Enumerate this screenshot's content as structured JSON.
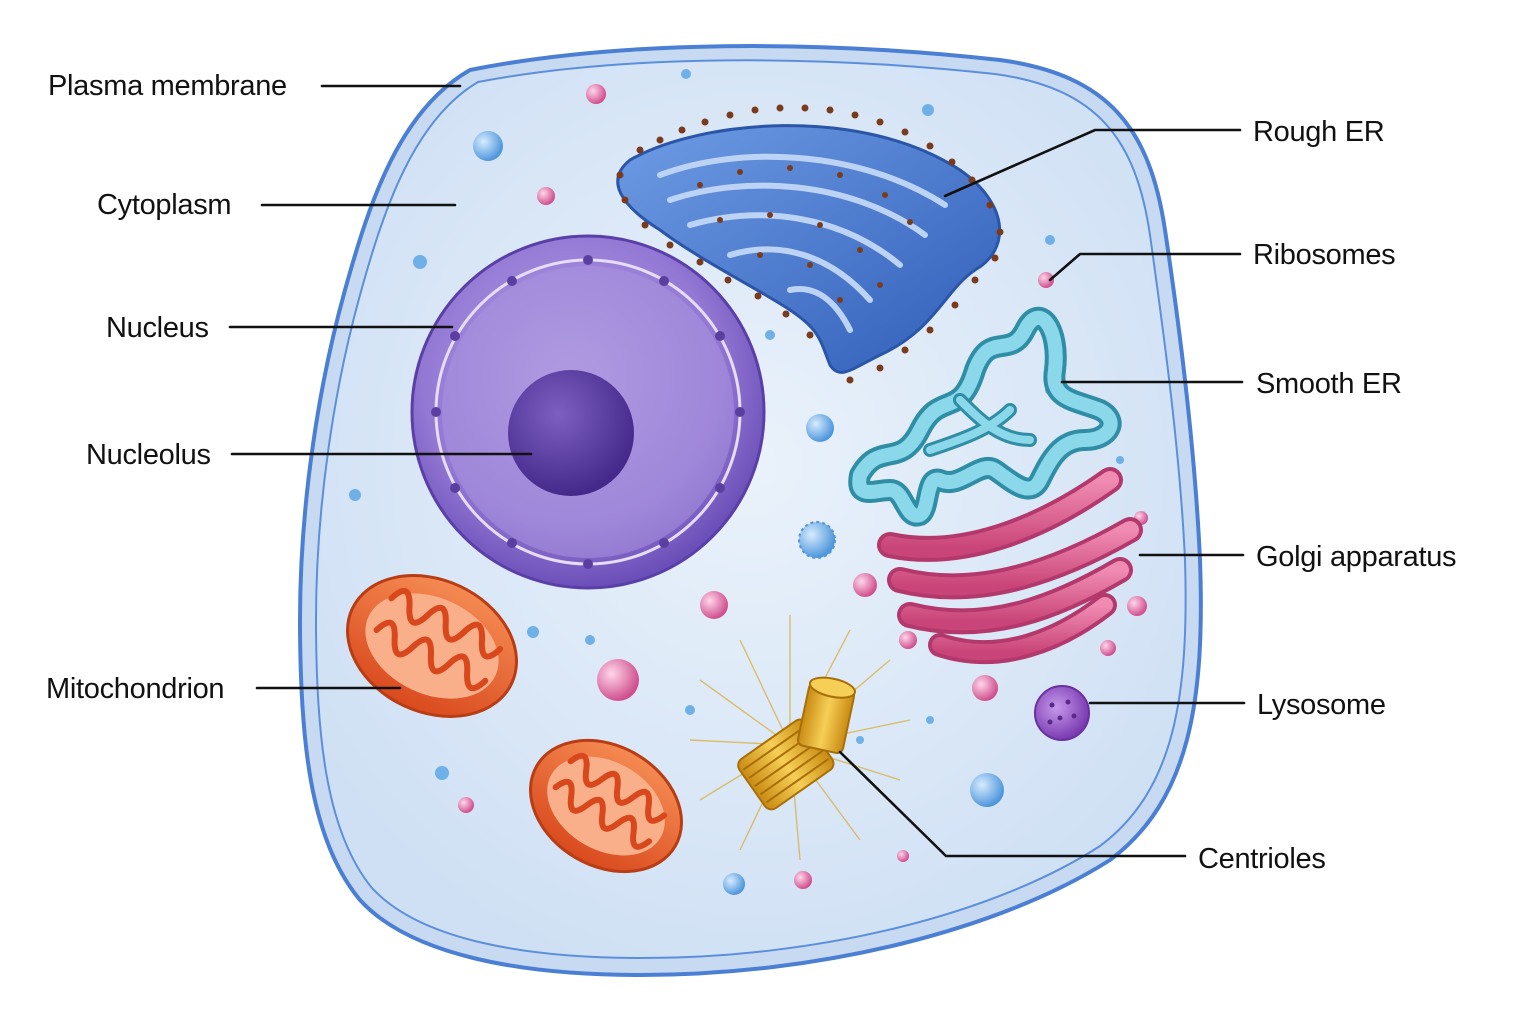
{
  "labels": {
    "plasma_membrane": "Plasma membrane",
    "cytoplasm": "Cytoplasm",
    "nucleus": "Nucleus",
    "nucleolus": "Nucleolus",
    "mitochondrion": "Mitochondrion",
    "rough_er": "Rough ER",
    "ribosomes": "Ribosomes",
    "smooth_er": "Smooth ER",
    "golgi_apparatus": "Golgi apparatus",
    "lysosome": "Lysosome",
    "centrioles": "Centrioles"
  },
  "colors": {
    "membrane": "#4a7fd4",
    "cytoplasm": "#dde9f7",
    "nucleus": "#8a6cc9",
    "nucleolus": "#5b3fa0",
    "mitochondrion": "#e8602e",
    "rough_er": "#3f72c9",
    "ribosome_dot": "#7a3b1c",
    "smooth_er": "#54b8cf",
    "golgi": "#d9568a",
    "lysosome": "#8a4bbd",
    "centriole": "#e0a82a",
    "vesicle_blue": "#6fb0e8",
    "vesicle_pink": "#e07ab0"
  }
}
